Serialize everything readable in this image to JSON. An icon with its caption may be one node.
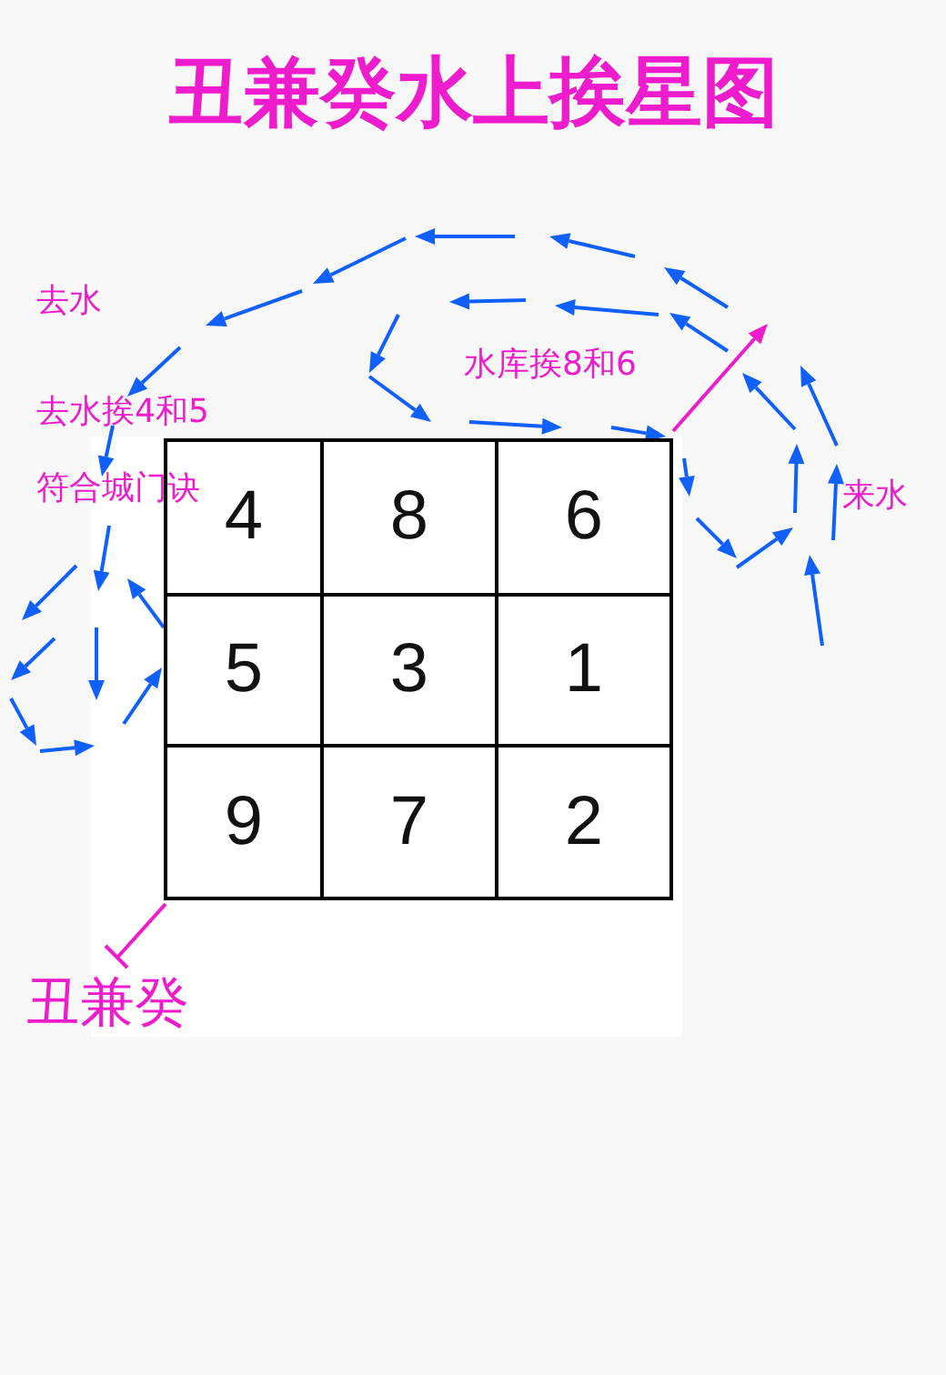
{
  "diagram": {
    "title": "丑兼癸水上挨星图",
    "nodes": [
      {
        "text": [
          "4"
        ]
      },
      {
        "text": [
          "8"
        ]
      },
      {
        "text": [
          "6"
        ]
      },
      {
        "text": [
          "5"
        ]
      },
      {
        "text": [
          "3"
        ]
      },
      {
        "text": [
          "1"
        ]
      },
      {
        "text": [
          "9"
        ]
      },
      {
        "text": [
          "7"
        ]
      },
      {
        "text": [
          "2"
        ]
      }
    ],
    "labels": [
      "去水",
      "去水挨4和5",
      "符合城门诀",
      "水库挨8和6",
      "来水",
      "丑兼癸"
    ]
  }
}
